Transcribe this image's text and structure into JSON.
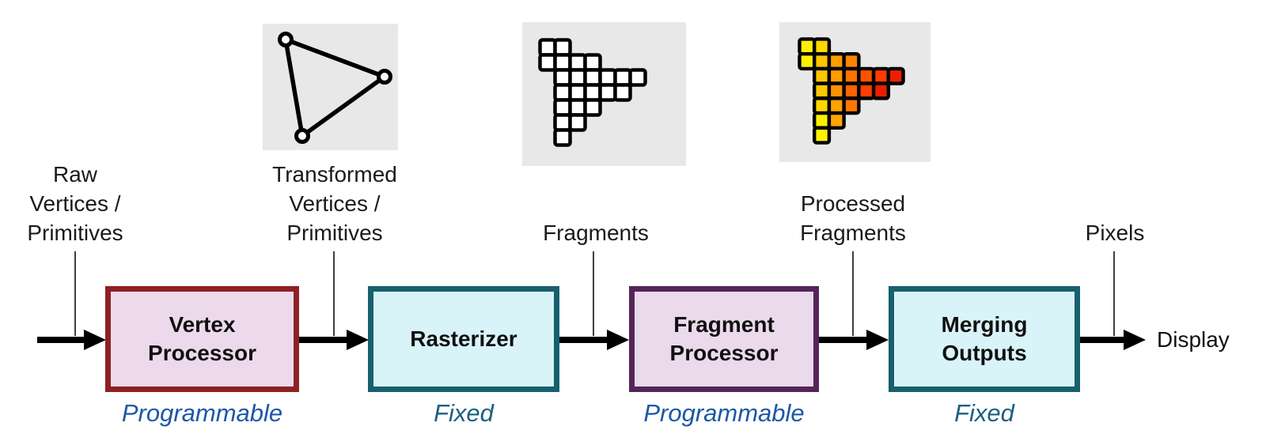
{
  "palette": {
    "icon_bg": "#e8e8e8",
    "arrow_color": "#000000",
    "connector_color": "#3f3f3f",
    "label_color": "#1a1a1a",
    "programmable_color": "#1c57a6",
    "fixed_color": "#1a5f80"
  },
  "stages": [
    {
      "line1": "Vertex",
      "line2": "Processor",
      "type": "Programmable",
      "border": "#8e2023",
      "fill": "#ecdaec",
      "type_color": "#1c57a6"
    },
    {
      "line1": "Rasterizer",
      "line2": "",
      "type": "Fixed",
      "border": "#17606e",
      "fill": "#d9f4f9",
      "type_color": "#1a5f80"
    },
    {
      "line1": "Fragment",
      "line2": "Processor",
      "type": "Programmable",
      "border": "#542559",
      "fill": "#ebd9ec",
      "type_color": "#1c57a6"
    },
    {
      "line1": "Merging",
      "line2": "Outputs",
      "type": "Fixed",
      "border": "#17606e",
      "fill": "#d9f4f9",
      "type_color": "#1a5f80"
    }
  ],
  "flow_labels": [
    {
      "lines": [
        "Raw",
        "Vertices /",
        "Primitives"
      ]
    },
    {
      "lines": [
        "Transformed",
        "Vertices /",
        "Primitives"
      ]
    },
    {
      "lines": [
        "Fragments"
      ]
    },
    {
      "lines": [
        "Processed",
        "Fragments"
      ]
    },
    {
      "lines": [
        "Pixels"
      ]
    }
  ],
  "display_label": "Display",
  "icons": {
    "raster_pattern": [
      "1100000",
      "1111000",
      "0111111",
      "0111110",
      "0111000",
      "0110000",
      "0100000"
    ],
    "fragment_fill": "#ffffff",
    "processed_colors": [
      [
        "#fff000",
        "#ffd800"
      ],
      [
        "#fff000",
        "#ffc400",
        "#ff9c00",
        "#ff8400"
      ],
      [
        "#ffc800",
        "#ff9c00",
        "#ff7200",
        "#ff5200",
        "#ff3a00",
        "#f01e00"
      ],
      [
        "#ffc800",
        "#ff9000",
        "#ff6200",
        "#ff3e00",
        "#e81e00"
      ],
      [
        "#ffd800",
        "#ffa200",
        "#ff7700"
      ],
      [
        "#ffee00",
        "#ffa500"
      ],
      [
        "#fff200"
      ]
    ]
  }
}
